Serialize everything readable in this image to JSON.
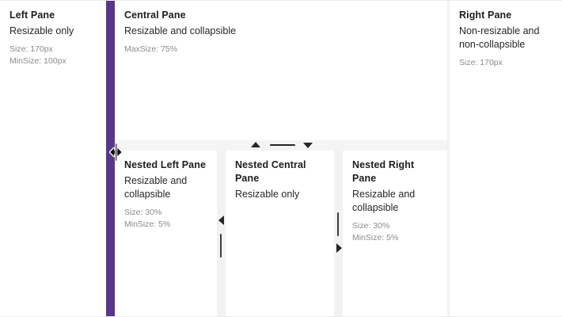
{
  "colors": {
    "divider_active": "#59368b",
    "divider_idle": "#f2f2f3",
    "title_text": "#1d1d21",
    "desc_text": "#26262b",
    "meta_text": "#8a8a90",
    "grip": "#25252b",
    "pane_bg": "#ffffff"
  },
  "panes": {
    "left": {
      "title": "Left Pane",
      "description": "Resizable only",
      "size": "Size: 170px",
      "min_size": "MinSize: 100px"
    },
    "central": {
      "title": "Central Pane",
      "description": "Resizable and collapsible",
      "max_size": "MaxSize: 75%"
    },
    "right": {
      "title": "Right Pane",
      "description": "Non-resizable and non-collapsible",
      "size": "Size: 170px"
    },
    "nested_left": {
      "title": "Nested Left Pane",
      "description": "Resizable and collapsible",
      "size": "Size: 30%",
      "min_size": "MinSize: 5%"
    },
    "nested_central": {
      "title": "Nested Central Pane",
      "description": "Resizable only"
    },
    "nested_right": {
      "title": "Nested Right Pane",
      "description": "Resizable and collapsible",
      "size": "Size: 30%",
      "min_size": "MinSize: 5%"
    }
  },
  "dividers": {
    "main_vertical": {
      "icon": "vertical-drag-handle",
      "state": "active"
    },
    "horizontal": {
      "collapse_up_icon": "triangle-up-icon",
      "grip_icon": "horizontal-grip-icon",
      "collapse_down_icon": "triangle-down-icon"
    },
    "nested_left": {
      "collapse_left_icon": "triangle-left-icon",
      "grip_icon": "vertical-grip-icon"
    },
    "nested_right": {
      "grip_icon": "vertical-grip-icon",
      "collapse_right_icon": "triangle-right-icon"
    }
  },
  "cursor": {
    "icon": "horizontal-resize-cursor"
  }
}
